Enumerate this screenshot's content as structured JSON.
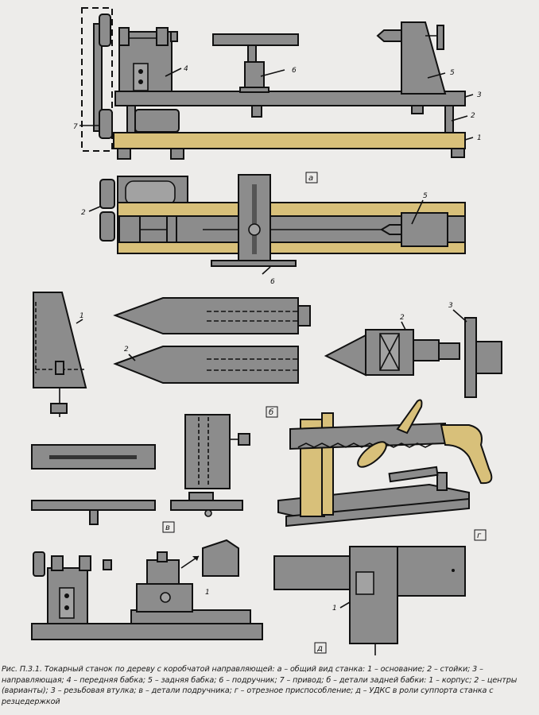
{
  "figure": {
    "section_labels": {
      "a": "а",
      "b": "б",
      "v": "в",
      "g": "г",
      "d": "д"
    },
    "part_numbers": {
      "a_side": [
        "1",
        "2",
        "3",
        "4",
        "5",
        "6",
        "7"
      ],
      "a_plan": [
        "2",
        "5",
        "6"
      ],
      "b": [
        "1",
        "2",
        "2",
        "3"
      ],
      "d": [
        "1",
        "1"
      ]
    },
    "colors": {
      "metal": "#8c8c8c",
      "wood": "#d8c07a",
      "paper": "#edecea"
    }
  },
  "caption": "Рис. П.3.1. Токарный станок по дереву с коробчатой направляющей: а – общий вид станка: 1 – основание; 2 – стойки; 3 – направляющая; 4 – передняя бабка; 5 – задняя бабка; 6 – подручник; 7 – привод; б – детали задней бабки: 1 – корпус; 2 – центры (варианты); 3 – резьбовая втулка; в – детали подручника; г – отрезное приспособление; д – УДКС в роли суппорта станка с резцедержкой"
}
